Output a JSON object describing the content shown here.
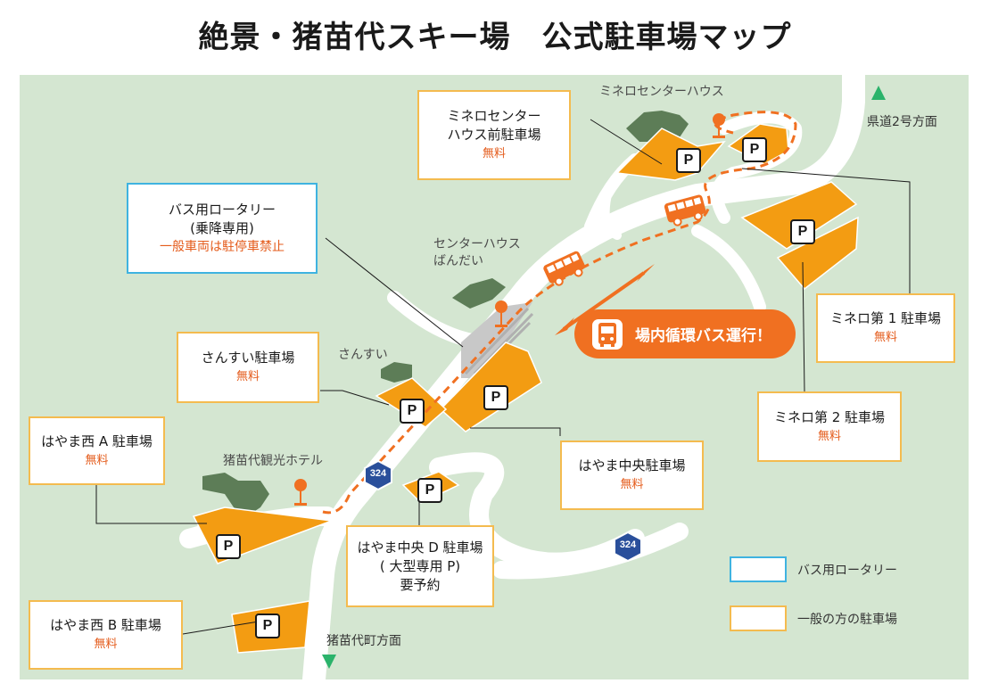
{
  "title": "絶景・猪苗代スキー場　公式駐車場マップ",
  "colors": {
    "map_background": "#d4e6d1",
    "road": "#ffffff",
    "parking_fill": "#f39c12",
    "building": "#5d7d57",
    "bus_route": "#f07021",
    "rotary_border": "#3fb3e0",
    "parking_border": "#f4bb4f",
    "fee_text": "#e45b1b",
    "direction_arrow": "#2bb36b"
  },
  "directions": {
    "north": "県道2号方面",
    "south": "猪苗代町方面"
  },
  "map_labels": {
    "mineiro_center_house": "ミネロセンターハウス",
    "center_house_bandai_line1": "センターハウス",
    "center_house_bandai_line2": "ばんだい",
    "sansui": "さんすい",
    "kanko_hotel": "猪苗代観光ホテル"
  },
  "route_badges": [
    "324",
    "324"
  ],
  "parking_symbol": "P",
  "bus_banner": {
    "label": "場内循環バス運行！",
    "icon": "bus-icon"
  },
  "callouts": {
    "mineiro_center": {
      "lines": [
        "ミネロセンター",
        "ハウス前駐車場"
      ],
      "fee": "無料"
    },
    "bus_rotary": {
      "lines": [
        "バス用ロータリー",
        "(乗降専用)"
      ],
      "note": "一般車両は駐停車禁止"
    },
    "sansui": {
      "lines": [
        "さんすい駐車場"
      ],
      "fee": "無料"
    },
    "hayama_nishi_a": {
      "lines": [
        "はやま西 A 駐車場"
      ],
      "fee": "無料"
    },
    "hayama_nishi_b": {
      "lines": [
        "はやま西 B 駐車場"
      ],
      "fee": "無料"
    },
    "hayama_chuo": {
      "lines": [
        "はやま中央駐車場"
      ],
      "fee": "無料"
    },
    "hayama_chuo_d": {
      "lines": [
        "はやま中央 D 駐車場",
        "( 大型専用 P)",
        "要予約"
      ]
    },
    "mineiro_1": {
      "lines": [
        "ミネロ第 1 駐車場"
      ],
      "fee": "無料"
    },
    "mineiro_2": {
      "lines": [
        "ミネロ第 2 駐車場"
      ],
      "fee": "無料"
    }
  },
  "legend": {
    "rotary": "バス用ロータリー",
    "parking": "一般の方の駐車場"
  }
}
